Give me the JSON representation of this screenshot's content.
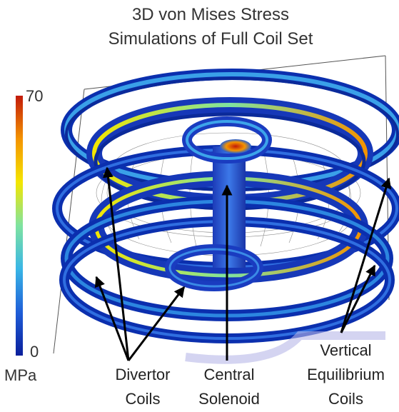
{
  "title": {
    "line1": "3D von Mises Stress",
    "line2": "Simulations of Full Coil Set"
  },
  "colorbar": {
    "max": "70",
    "min": "0",
    "unit": "MPa",
    "colors": [
      "#0a1f9c",
      "#1f5ed8",
      "#39b6e6",
      "#7fe3a0",
      "#f4e600",
      "#f49400",
      "#c21a0a"
    ]
  },
  "labels": {
    "divertor": {
      "line1": "Divertor",
      "line2": "Coils"
    },
    "central": {
      "line1": "Central",
      "line2": "Solenoid"
    },
    "vertical": {
      "line1": "Vertical",
      "line2": "Equilibrium",
      "line3": "Coils"
    }
  }
}
